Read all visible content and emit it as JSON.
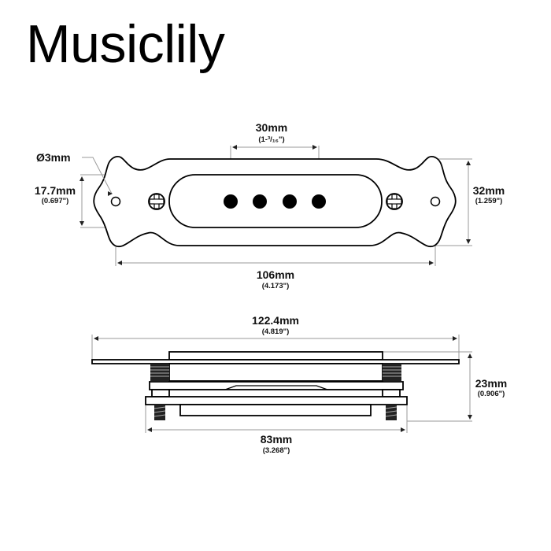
{
  "brand": {
    "name": "Musiclily"
  },
  "top_view": {
    "pole_spacing": {
      "mm": "30mm",
      "inch": "(1-³/₁₆\")"
    },
    "hole_diameter": {
      "label": "Ø3mm"
    },
    "hole_spacing_vertical": {
      "mm": "17.7mm",
      "inch": "(0.697\")"
    },
    "plate_height": {
      "mm": "32mm",
      "inch": "(1.259\")"
    },
    "plate_width": {
      "mm": "106mm",
      "inch": "(4.173\")"
    },
    "pole_count": 4,
    "screws": 2,
    "mounting_holes": 2
  },
  "side_view": {
    "overall_length": {
      "mm": "122.4mm",
      "inch": "(4.819\")"
    },
    "overall_height": {
      "mm": "23mm",
      "inch": "(0.906\")"
    },
    "base_width": {
      "mm": "83mm",
      "inch": "(3.268\")"
    }
  }
}
